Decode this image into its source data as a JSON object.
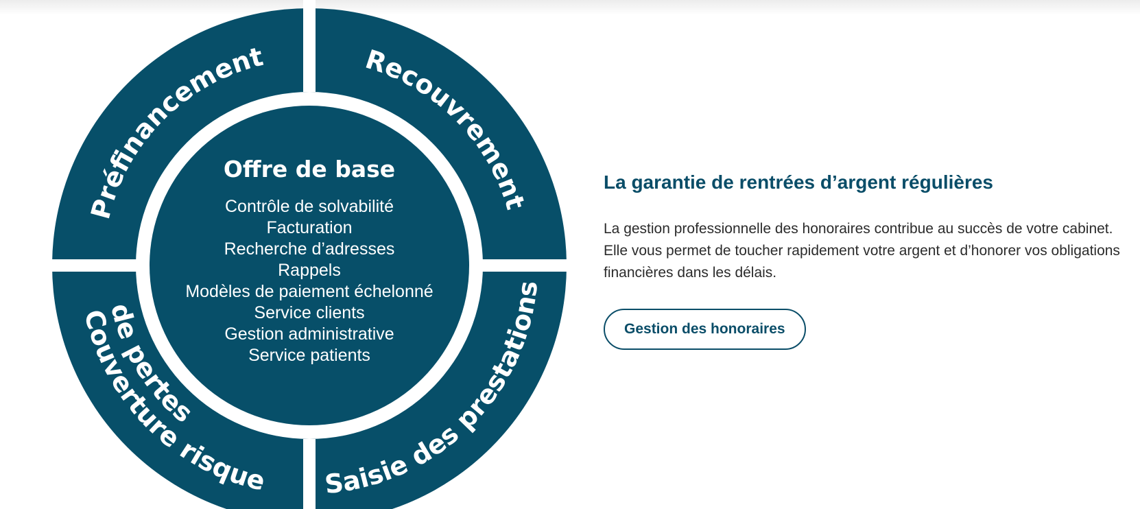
{
  "wheel": {
    "color": "#074f69",
    "segments": {
      "top_left": "Préfinancement",
      "top_right": "Recouvrement",
      "bottom_left_line1": "Couverture risque",
      "bottom_left_line2": "de pertes",
      "bottom_right": "Saisie des prestations"
    },
    "core": {
      "title": "Offre de base",
      "items": [
        "Contrôle de solvabilité",
        "Facturation",
        "Recherche d’adresses",
        "Rappels",
        "Modèles de paiement échelonné",
        "Service clients",
        "Gestion administrative",
        "Service patients"
      ]
    }
  },
  "side": {
    "heading": "La garantie de rentrées d’argent régulières",
    "paragraph": "La gestion professionnelle des honoraires contribue au succès de votre cabinet. Elle vous permet de toucher rapidement votre argent et d’honorer vos obligations financières dans les délais.",
    "button_label": "Gestion des honoraires"
  }
}
